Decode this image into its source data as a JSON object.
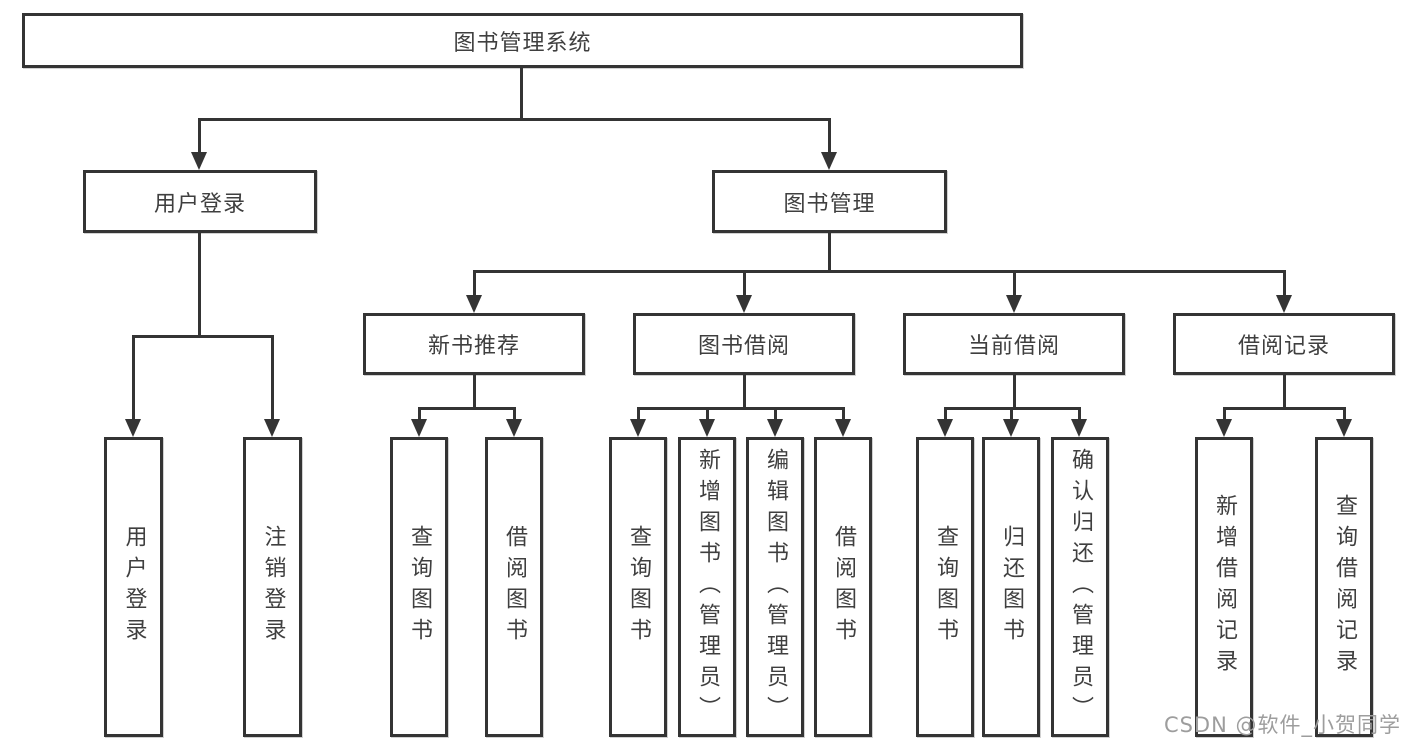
{
  "diagram": {
    "root": "图书管理系统",
    "level2": [
      "用户登录",
      "图书管理"
    ],
    "level3": [
      "新书推荐",
      "图书借阅",
      "当前借阅",
      "借阅记录"
    ],
    "leaves": {
      "login": [
        "用户登录",
        "注销登录"
      ],
      "recommend": [
        "查询图书",
        "借阅图书"
      ],
      "borrow": [
        "查询图书",
        "新增图书（管理员）",
        "编辑图书（管理员）",
        "借阅图书"
      ],
      "current": [
        "查询图书",
        "归还图书",
        "确认归还（管理员）"
      ],
      "records": [
        "新增借阅记录",
        "查询借阅记录"
      ]
    }
  },
  "watermark": "CSDN @软件_小贺同学",
  "colors": {
    "line": "#343434",
    "text": "#3f3f3f",
    "watermark": "#9d9d9d",
    "background": "#ffffff"
  }
}
